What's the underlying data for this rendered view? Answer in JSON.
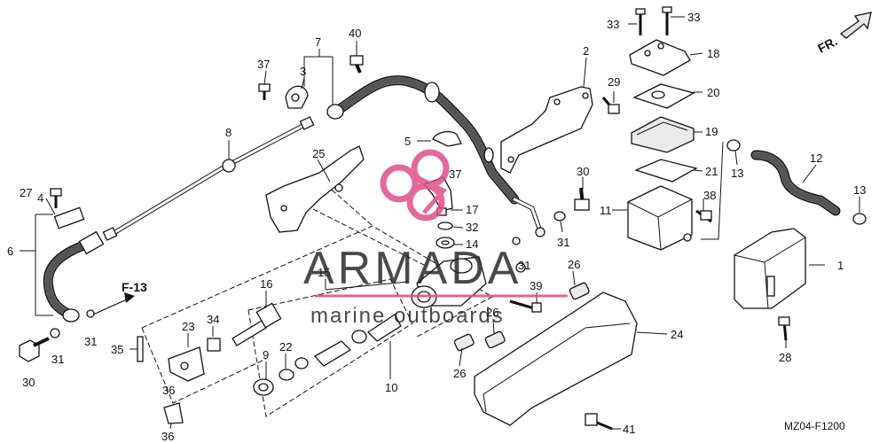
{
  "watermark": {
    "brand": "ARMADA",
    "tagline": "marine outboards",
    "logo_color": "#e0508a"
  },
  "diagram_code": "MZ04-F1200",
  "front_marker": "FR.",
  "reference_marker": "F-13",
  "labels": {
    "l1": "1",
    "l2": "2",
    "l3": "3",
    "l4": "4",
    "l5": "5",
    "l6": "6",
    "l7": "7",
    "l8": "8",
    "l9": "9",
    "l10": "10",
    "l11": "11",
    "l12": "12",
    "l13a": "13",
    "l13b": "13",
    "l14": "14",
    "l15": "15",
    "l16": "16",
    "l17": "17",
    "l18": "18",
    "l19": "19",
    "l20": "20",
    "l21": "21",
    "l22": "22",
    "l23": "23",
    "l24": "24",
    "l25": "25",
    "l26a": "26",
    "l26b": "26",
    "l26c": "26",
    "l27": "27",
    "l28": "28",
    "l29": "29",
    "l30a": "30",
    "l30b": "30",
    "l31a": "31",
    "l31b": "31",
    "l31c": "31",
    "l31d": "31",
    "l32": "32",
    "l33a": "33",
    "l33b": "33",
    "l34": "34",
    "l35": "35",
    "l36a": "36",
    "l36b": "36",
    "l37a": "37",
    "l37b": "37",
    "l38": "38",
    "l39": "39",
    "l40": "40",
    "l41": "41"
  }
}
